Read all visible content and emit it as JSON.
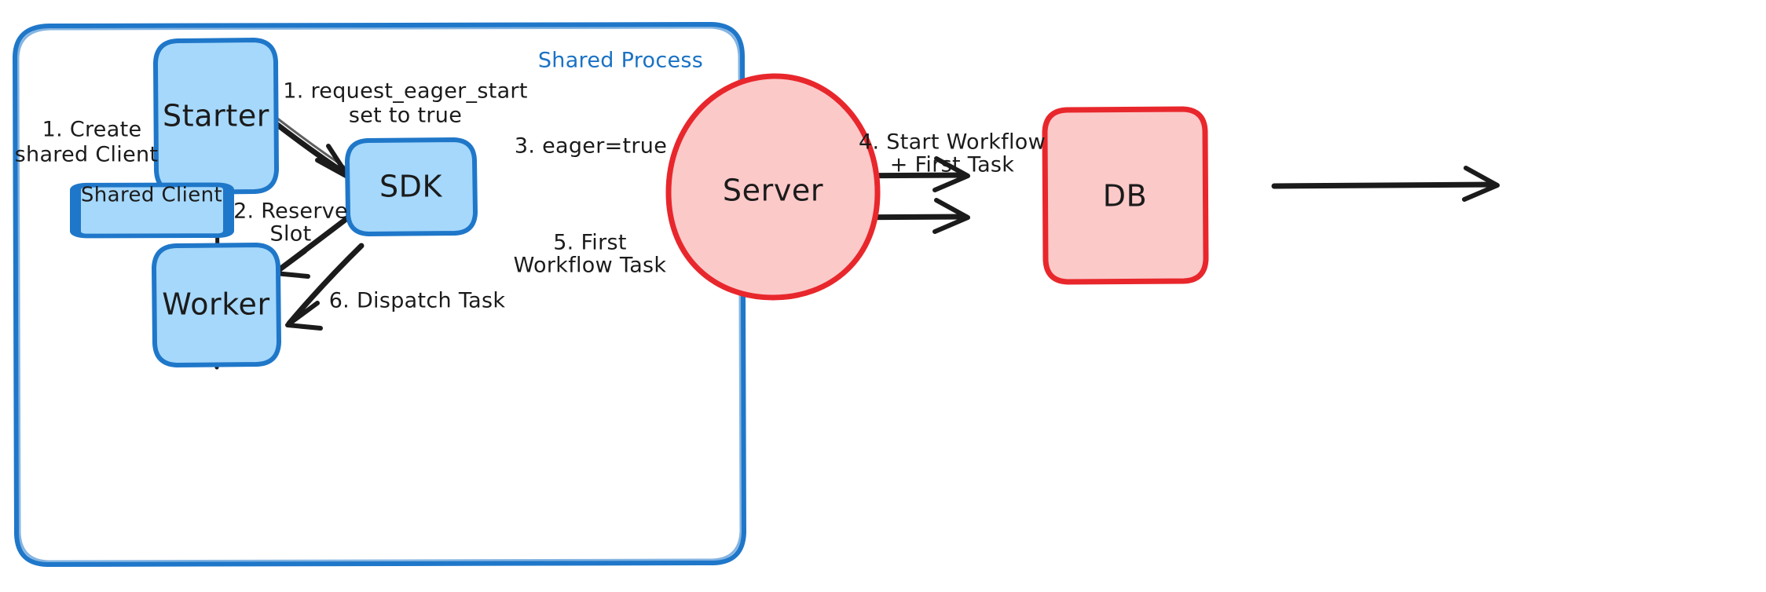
{
  "diagram": {
    "title_label": "Shared Process",
    "colors": {
      "blue_fill": "#a6d8fb",
      "blue_stroke": "#1f77c9",
      "red_fill": "#fcc9c9",
      "red_stroke": "#e8272c",
      "arrow": "#1b1b1b",
      "container_label": "#1a72c4",
      "background": "#ffffff"
    },
    "container": {
      "name": "shared-process",
      "label": "Shared Process"
    },
    "nodes": [
      {
        "id": "starter",
        "label": "Starter",
        "shape": "rounded-rect",
        "group": "blue"
      },
      {
        "id": "shared-client",
        "label": "Shared Client",
        "shape": "rounded-rect",
        "group": "blue"
      },
      {
        "id": "worker",
        "label": "Worker",
        "shape": "rounded-rect",
        "group": "blue"
      },
      {
        "id": "sdk",
        "label": "SDK",
        "shape": "rounded-rect",
        "group": "blue"
      },
      {
        "id": "server",
        "label": "Server",
        "shape": "ellipse",
        "group": "red"
      },
      {
        "id": "db",
        "label": "DB",
        "shape": "rounded-rect",
        "group": "red"
      }
    ],
    "edges": [
      {
        "id": "e1",
        "from": "starter",
        "to": "shared-client",
        "label_line1": "1. Create",
        "label_line2": "shared Client",
        "arrow": false
      },
      {
        "id": "e2",
        "from": "starter",
        "to": "sdk",
        "label_line1": "1. request_eager_start",
        "label_line2": "set to true",
        "arrow": true
      },
      {
        "id": "e3",
        "from": "sdk",
        "to": "worker",
        "label_line1": "2. Reserve",
        "label_line2": "Slot",
        "arrow": true
      },
      {
        "id": "e4",
        "from": "sdk",
        "to": "server",
        "label_line1": "3. eager=true",
        "label_line2": "",
        "arrow": true
      },
      {
        "id": "e5",
        "from": "server",
        "to": "db",
        "label_line1": "4. Start Workflow",
        "label_line2": "+ First Task",
        "arrow": true
      },
      {
        "id": "e6",
        "from": "sdk",
        "to": "server",
        "label_line1": "5. First",
        "label_line2": "Workflow Task",
        "arrow": true
      },
      {
        "id": "e7",
        "from": "sdk",
        "to": "worker",
        "label_line1": "6. Dispatch Task",
        "label_line2": "",
        "arrow": true
      }
    ]
  }
}
